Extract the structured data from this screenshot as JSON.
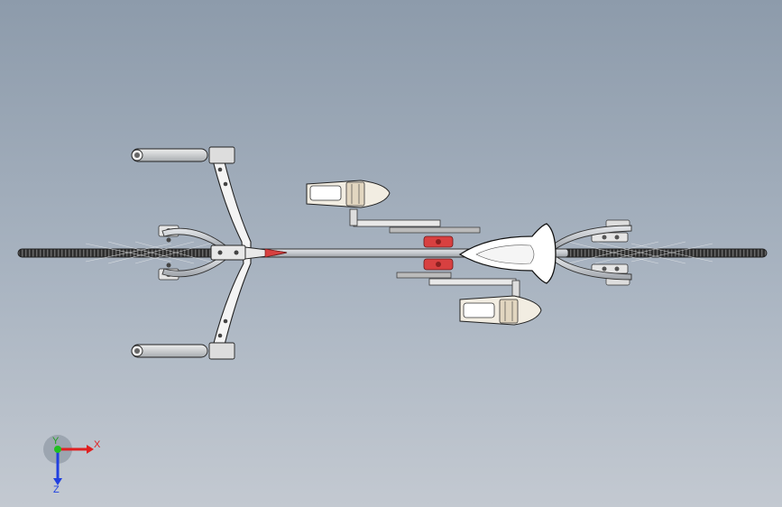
{
  "viewport": {
    "model_name": "bicycle-top-view",
    "background_top": "#8d9bab",
    "background_bottom": "#c3c9d1"
  },
  "triad": {
    "x_label": "X",
    "y_label": "Y",
    "z_label": "Z",
    "x_color": "#e02020",
    "y_color": "#20c020",
    "z_color": "#2040e0"
  },
  "colors": {
    "frame": "#c9cdd2",
    "outline": "#2a2a2a",
    "tire": "#3a3a3a",
    "accent_red": "#d84040",
    "pedal": "#f2ede2"
  }
}
